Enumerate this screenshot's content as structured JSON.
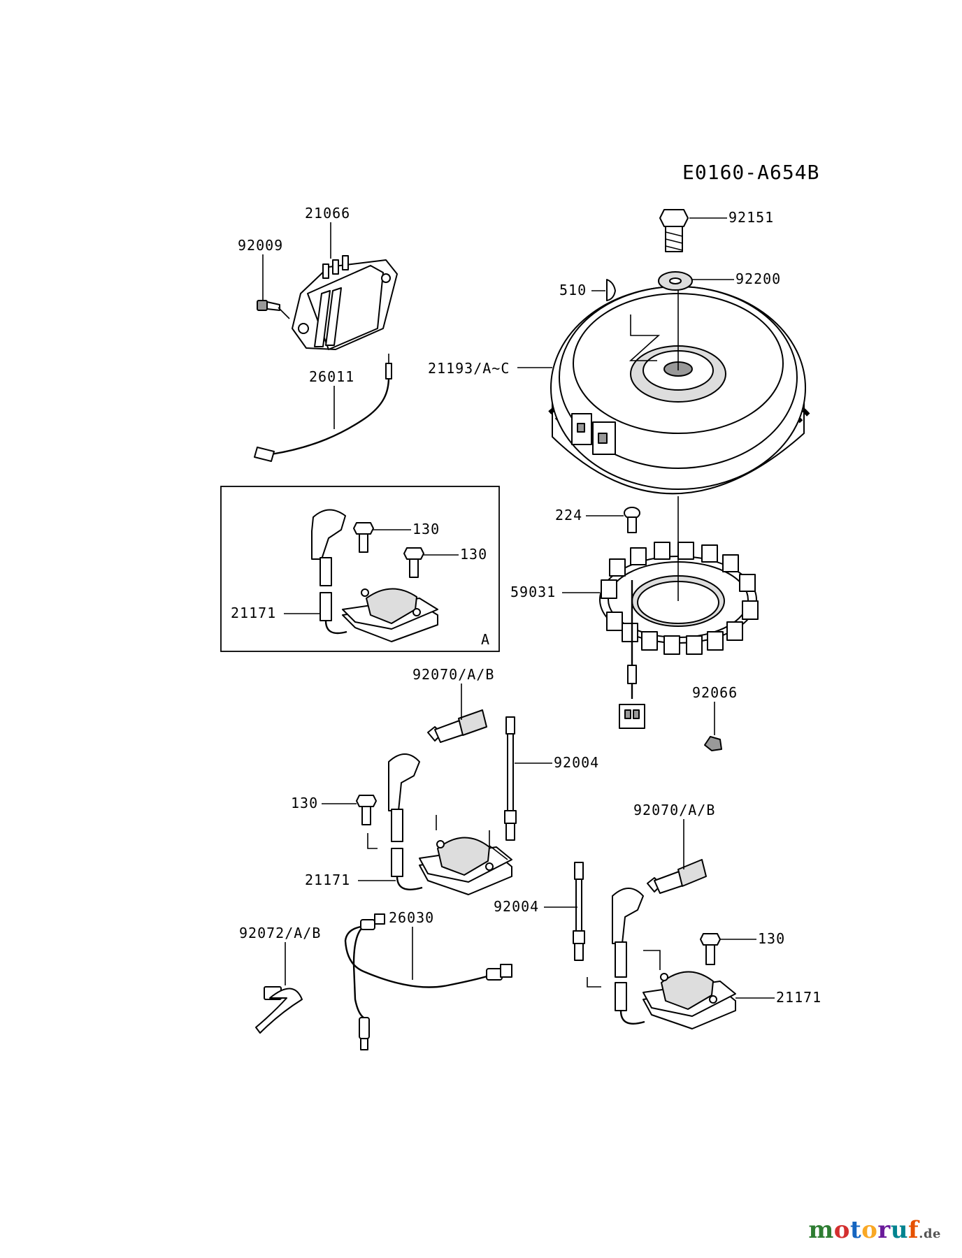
{
  "diagram": {
    "code": "E0160-A654B",
    "labels": {
      "p21066": "21066",
      "p92009": "92009",
      "p26011": "26011",
      "p92151": "92151",
      "p92200": "92200",
      "p510": "510",
      "p21193": "21193/A~C",
      "p224": "224",
      "p59031": "59031",
      "p92066": "92066",
      "p130_a1": "130",
      "p130_a2": "130",
      "p21171_a": "21171",
      "inset_letter": "A",
      "p92070_1": "92070/A/B",
      "p92004_1": "92004",
      "p130_b": "130",
      "p21171_b": "21171",
      "p26030": "26030",
      "p92072": "92072/A/B",
      "p92070_2": "92070/A/B",
      "p92004_2": "92004",
      "p130_c": "130",
      "p21171_c": "21171"
    }
  },
  "watermark": {
    "text": "motoruf",
    "suffix": ".de",
    "colors": [
      "#2e7d32",
      "#d32f2f",
      "#1565c0",
      "#f9a825",
      "#6a1b9a",
      "#00838f",
      "#e65100"
    ]
  }
}
